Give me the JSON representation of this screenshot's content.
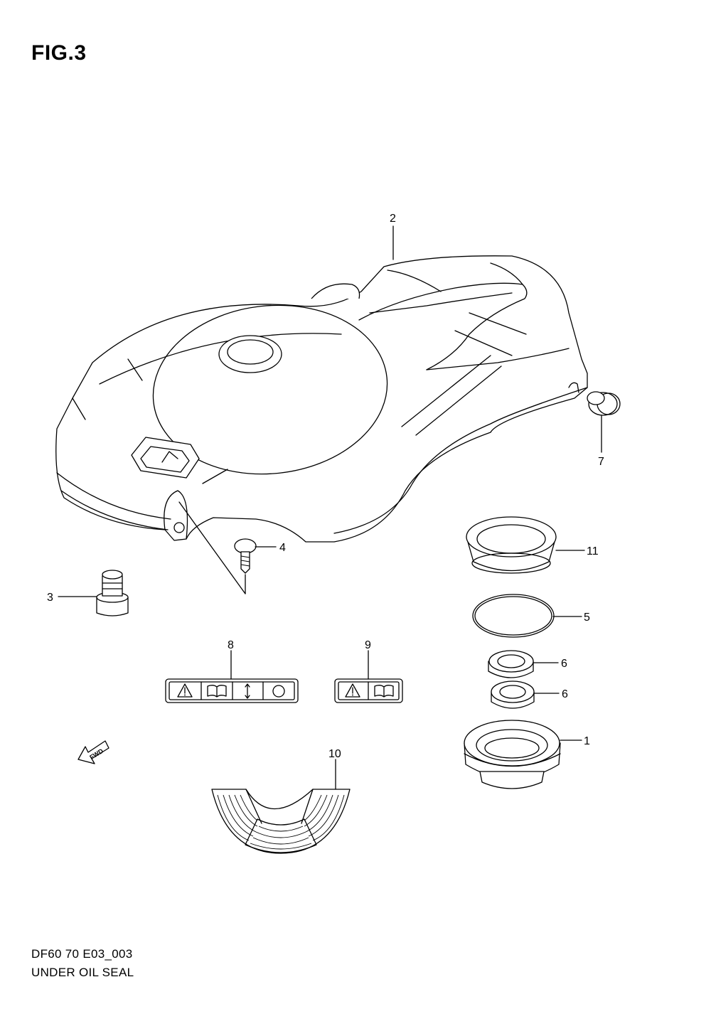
{
  "figure": {
    "title": "FIG.3"
  },
  "footer": {
    "code": "DF60 70 E03_003",
    "caption": "UNDER OIL SEAL"
  },
  "callouts": {
    "c1": "1",
    "c2": "2",
    "c3": "3",
    "c4": "4",
    "c5": "5",
    "c6a": "6",
    "c6b": "6",
    "c7": "7",
    "c8": "8",
    "c9": "9",
    "c10": "10",
    "c11": "11"
  },
  "direction_arrow": {
    "label": "FWD"
  }
}
